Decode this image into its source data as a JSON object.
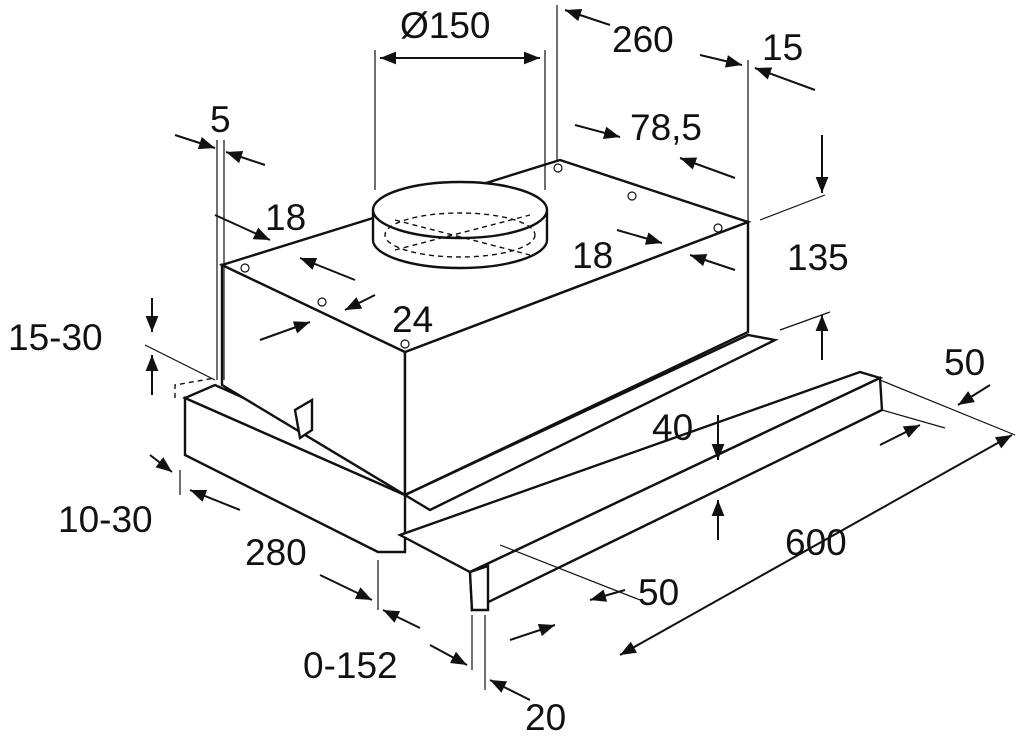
{
  "dimensions": {
    "duct_diameter": "Ø150",
    "d260": "260",
    "d15": "15",
    "d5": "5",
    "d78_5": "78,5",
    "d18_left": "18",
    "d18_right": "18",
    "d135": "135",
    "d24": "24",
    "d15_30": "15-30",
    "d50_right": "50",
    "d40": "40",
    "d10_30": "10-30",
    "d280": "280",
    "d600": "600",
    "d50_front": "50",
    "d0_152": "0-152",
    "d20": "20"
  }
}
